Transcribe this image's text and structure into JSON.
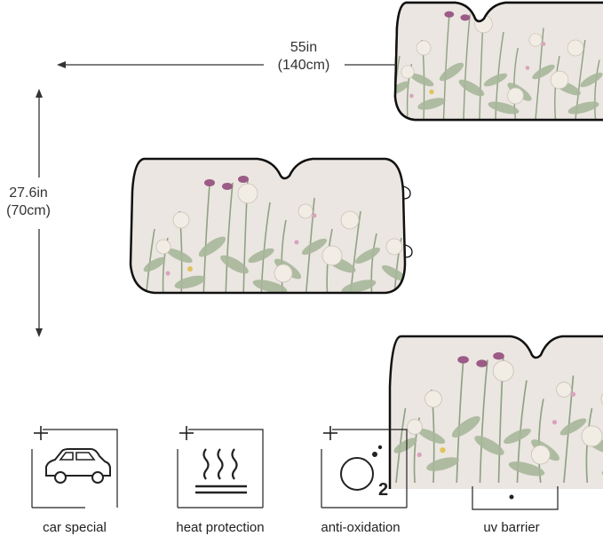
{
  "dimensions": {
    "width_in": "55in",
    "width_cm": "(140cm)",
    "height_in": "27.6in",
    "height_cm": "(70cm)"
  },
  "features": [
    {
      "label": "car special",
      "icon": "car-icon"
    },
    {
      "label": "heat protection",
      "icon": "heat-icon"
    },
    {
      "label": "anti-oxidation",
      "icon": "o2-icon"
    },
    {
      "label": "uv barrier",
      "icon": "uv-icon"
    }
  ],
  "colors": {
    "shade_background": "#e9e4df",
    "foliage": "#8fa283",
    "thistle_flower": "#9c5a86",
    "outline": "#111111"
  }
}
